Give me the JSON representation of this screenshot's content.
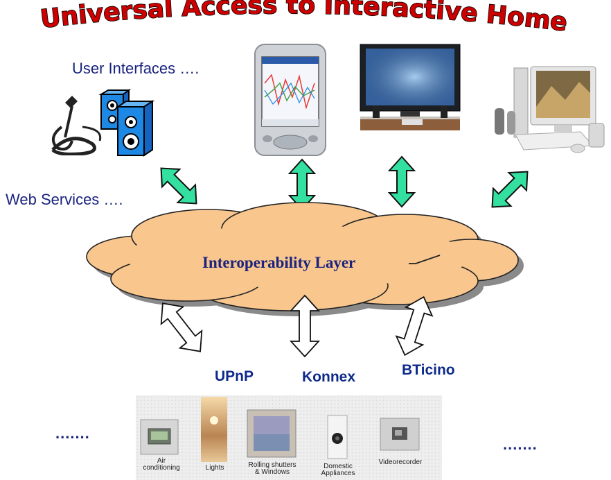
{
  "title": "Universal Access to Interactive Home",
  "labels": {
    "user_interfaces": "User Interfaces ….",
    "web_services": "Web Services ….",
    "interoperability_layer": "Interoperability Layer"
  },
  "protocols": [
    "UPnP",
    "Konnex",
    "BTicino"
  ],
  "ellipsis_left": ".......",
  "ellipsis_right": ".......",
  "devices": [
    {
      "caption_line1": "Air",
      "caption_line2": "conditioning"
    },
    {
      "caption_line1": "Lights",
      "caption_line2": ""
    },
    {
      "caption_line1": "Rolling shutters",
      "caption_line2": "& Windows"
    },
    {
      "caption_line1": "Domestic",
      "caption_line2": "Appliances"
    },
    {
      "caption_line1": "Videorecorder",
      "caption_line2": ""
    }
  ],
  "colors": {
    "title": "#cc0000",
    "cloud": "#f9c68e",
    "arrow_green": "#33e0a0",
    "text_blue": "#1a237e"
  },
  "icons": [
    "microphone-icon",
    "speaker-icon",
    "pda-icon",
    "tv-icon",
    "desktop-pc-icon"
  ]
}
